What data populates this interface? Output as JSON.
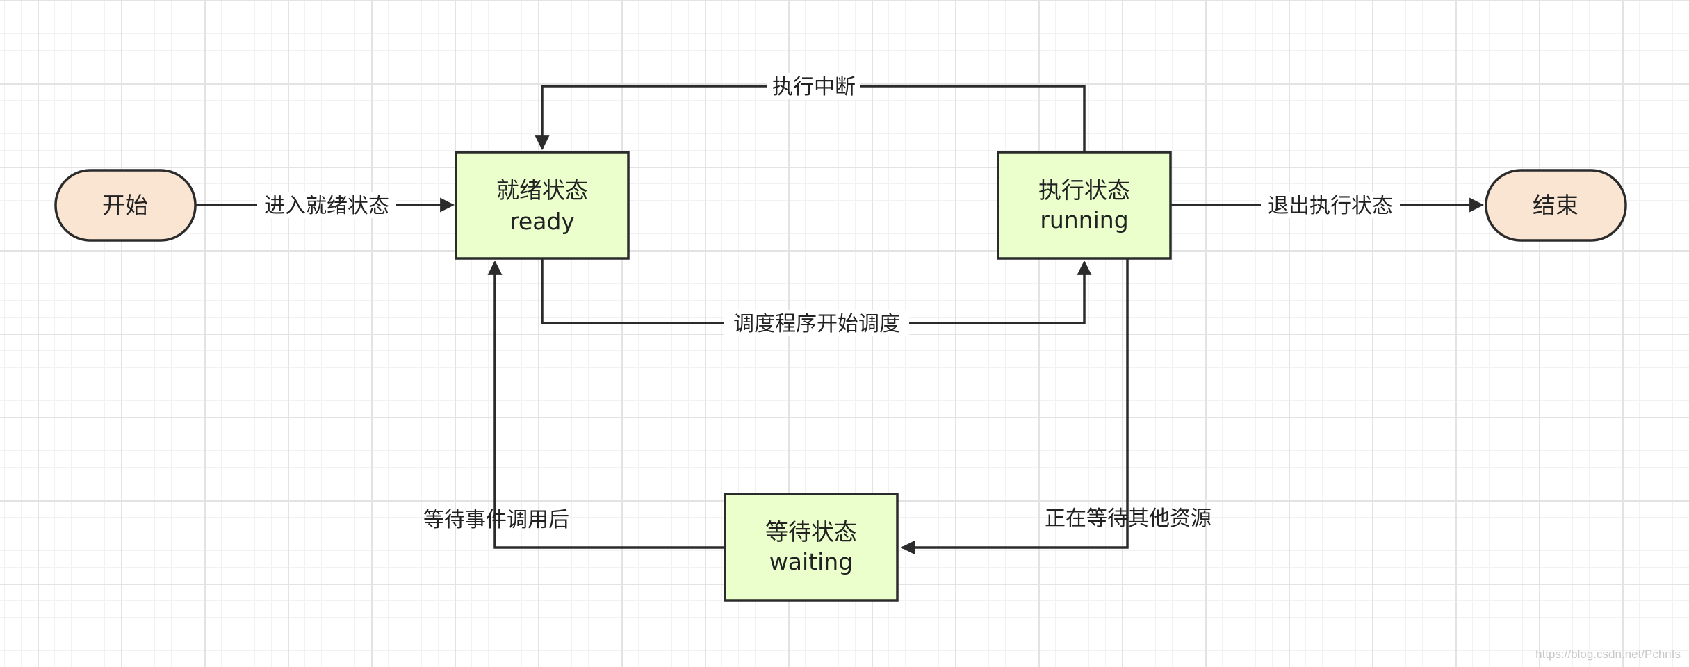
{
  "nodes": {
    "start": {
      "label": "开始"
    },
    "ready": {
      "label": "就绪状态",
      "sublabel": "ready"
    },
    "running": {
      "label": "执行状态",
      "sublabel": "running"
    },
    "end": {
      "label": "结束"
    },
    "waiting": {
      "label": "等待状态",
      "sublabel": "waiting"
    }
  },
  "edges": {
    "start_to_ready": "进入就绪状态",
    "running_to_ready": "执行中断",
    "running_to_end": "退出执行状态",
    "ready_to_running": "调度程序开始调度",
    "waiting_to_ready": "等待事件调用后",
    "running_to_waiting": "正在等待其他资源"
  },
  "watermark": "https://blog.csdn.net/Pchnfs",
  "colors": {
    "terminal_fill": "#fae5d3",
    "state_fill": "#eaffcc",
    "stroke": "#2b2b2b"
  }
}
